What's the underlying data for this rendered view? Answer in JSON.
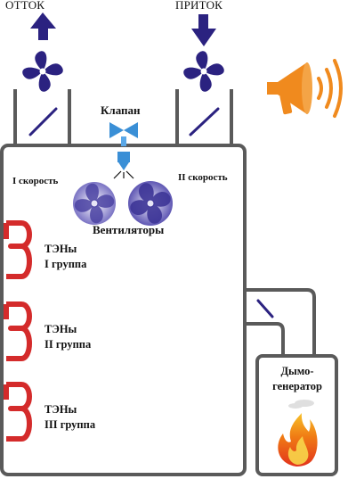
{
  "labels": {
    "outflow": "ОТТОК",
    "inflow": "ПРИТОК",
    "valve": "Клапан",
    "speed_1": "I скорость",
    "speed_2": "II скорость",
    "fans": "Вентиляторы"
  },
  "heaters": [
    {
      "line1": "ТЭНы",
      "line2": "I группа"
    },
    {
      "line1": "ТЭНы",
      "line2": "II группа"
    },
    {
      "line1": "ТЭНы",
      "line2": "III группа"
    }
  ],
  "smoke_generator": {
    "line1": "Дымо-",
    "line2": "генератор"
  },
  "colors": {
    "outline": "#5a5a5a",
    "fan": "#2b2280",
    "fan_light": "#8f89c9",
    "heater": "#d42b2b",
    "valve": "#3a8fd6",
    "megaphone": "#f08a1e",
    "flame": "#f2a21a",
    "flame_core": "#e2331c"
  },
  "icons": [
    "arrow-up-icon",
    "arrow-down-icon",
    "fan-icon",
    "damper-icon",
    "valve-icon",
    "megaphone-icon",
    "flame-icon",
    "smoke-icon"
  ]
}
